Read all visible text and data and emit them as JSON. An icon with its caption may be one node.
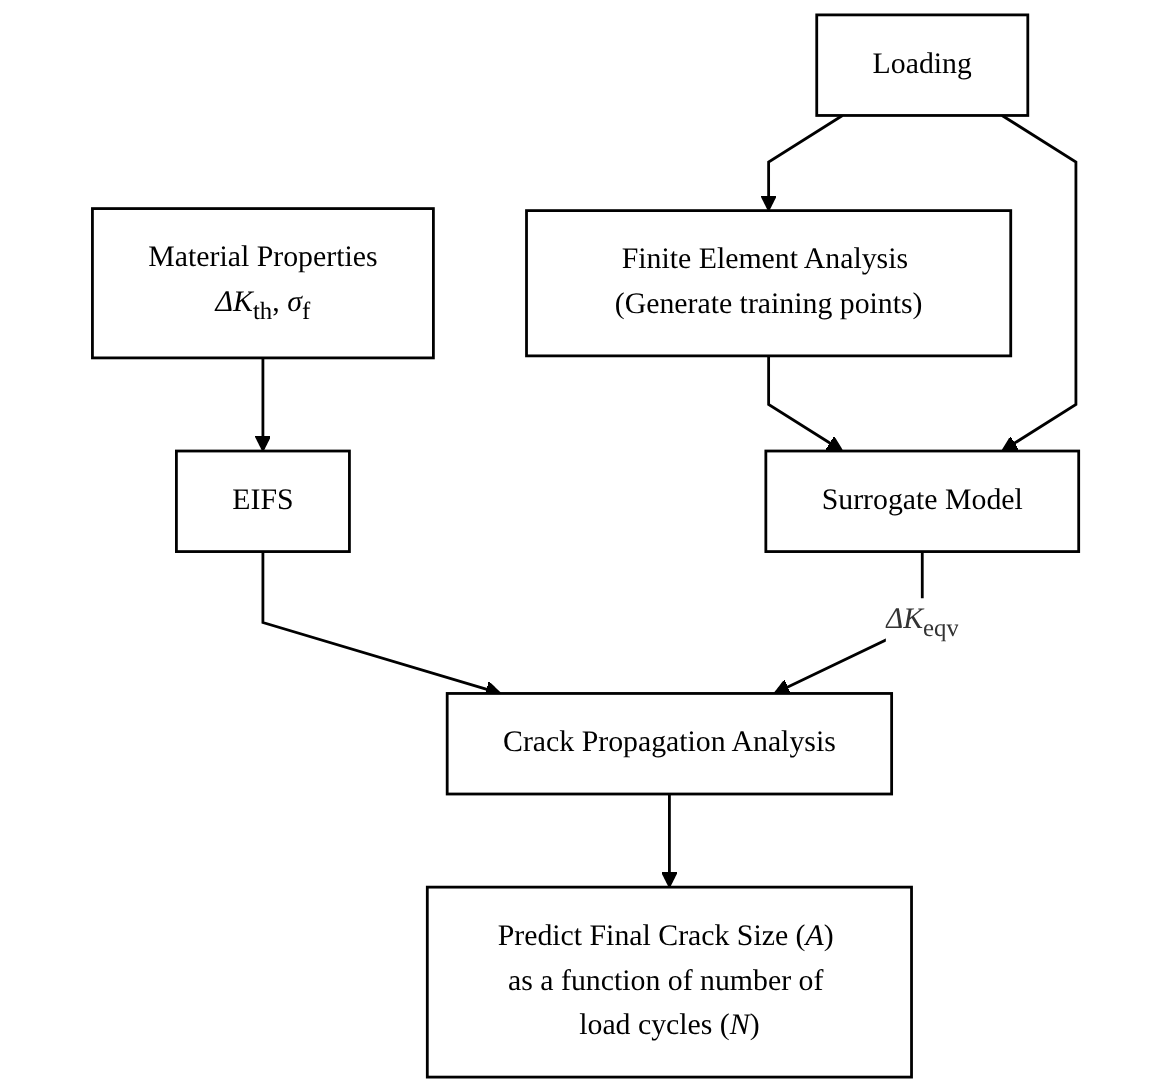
{
  "diagram": {
    "nodes": [
      {
        "text": [
          "Material Properties",
          "*ΔK*$_{th}$, *σ*$_{f}$"
        ]
      },
      {
        "text": [
          "Finite Element Analysis (Generate training points)"
        ]
      },
      {
        "text": [
          "EIFS"
        ]
      },
      {
        "text": [
          "Surrogate Model"
        ]
      },
      {
        "text": [
          "Crack Propagation Analysis"
        ]
      },
      {
        "text": [
          "Loading"
        ]
      },
      {
        "text": [
          "Predict Final Crack Size (*A*) as a function of number of load cycles (*N*)"
        ]
      }
    ],
    "edges": [
      {
        "from": 0,
        "to": 2,
        "arrow": "to"
      },
      {
        "from": 2,
        "to": 4,
        "arrow": "to"
      },
      {
        "from": 1,
        "to": 3,
        "arrow": "to"
      },
      {
        "from": 5,
        "to": 3,
        "arrow": "to"
      },
      {
        "from": 5,
        "to": 1,
        "arrow": "to"
      },
      {
        "from": 3,
        "to": 4,
        "label": "*ΔK*$_{eqv}$",
        "arrow": "to"
      },
      {
        "from": 4,
        "to": 6,
        "arrow": "to"
      }
    ]
  }
}
